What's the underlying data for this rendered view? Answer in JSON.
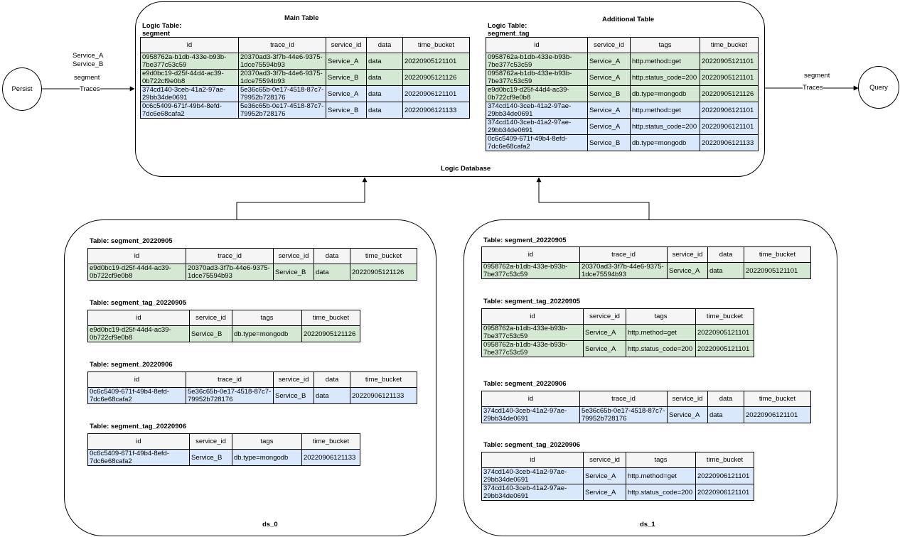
{
  "persist": "Persist",
  "query": "Query",
  "left_edge": {
    "line1": "Service_A",
    "line2": "Service_B",
    "line3": "segment",
    "line4": "Traces"
  },
  "right_edge": {
    "line1": "segment",
    "line2": "Traces"
  },
  "logic_db": {
    "label": "Logic Database",
    "main_title": "Main Table",
    "additional_title": "Additional  Table",
    "main_logic_1": "Logic Table:",
    "main_logic_2": "segment",
    "tag_logic_1": "Logic Table:",
    "tag_logic_2": "segment_tag"
  },
  "ds0": {
    "label": "ds_0"
  },
  "ds1": {
    "label": "ds_1"
  },
  "seg_headers": [
    "id",
    "trace_id",
    "service_id",
    "data",
    "time_bucket"
  ],
  "tag_headers": [
    "id",
    "service_id",
    "tags",
    "time_bucket"
  ],
  "tables": {
    "main_segment": {
      "rows": [
        {
          "c": "g",
          "v": [
            "0958762a-b1db-433e-b93b-7be377c53c59",
            "20370ad3-3f7b-44e6-9375-1dce75594b93",
            "Service_A",
            "data",
            "20220905121101"
          ]
        },
        {
          "c": "g",
          "v": [
            "e9d0bc19-d25f-44d4-ac39-0b722cf9e0b8",
            "20370ad3-3f7b-44e6-9375-1dce75594b93",
            "Service_B",
            "data",
            "20220905121126"
          ]
        },
        {
          "c": "b",
          "v": [
            "374cd140-3ceb-41a2-97ae-29bb34de0691",
            "5e36c65b-0e17-4518-87c7-79952b728176",
            "Service_A",
            "data",
            "20220906121101"
          ]
        },
        {
          "c": "b",
          "v": [
            "0c6c5409-671f-49b4-8efd-7dc6e68cafa2",
            "5e36c65b-0e17-4518-87c7-79952b728176",
            "Service_B",
            "data",
            "20220906121133"
          ]
        }
      ]
    },
    "main_tag": {
      "rows": [
        {
          "c": "g",
          "v": [
            "0958762a-b1db-433e-b93b-7be377c53c59",
            "Service_A",
            "http.method=get",
            "20220905121101"
          ]
        },
        {
          "c": "g",
          "v": [
            "0958762a-b1db-433e-b93b-7be377c53c59",
            "Service_A",
            "http.status_code=200",
            "20220905121101"
          ]
        },
        {
          "c": "g",
          "v": [
            "e9d0bc19-d25f-44d4-ac39-0b722cf9e0b8",
            "Service_B",
            "db.type=mongodb",
            "20220905121126"
          ]
        },
        {
          "c": "b",
          "v": [
            "374cd140-3ceb-41a2-97ae-29bb34de0691",
            "Service_A",
            "http.method=get",
            "20220906121101"
          ]
        },
        {
          "c": "b",
          "v": [
            "374cd140-3ceb-41a2-97ae-29bb34de0691",
            "Service_A",
            "http.status_code=200",
            "20220906121101"
          ]
        },
        {
          "c": "b",
          "v": [
            "0c6c5409-671f-49b4-8efd-7dc6e68cafa2",
            "Service_B",
            "db.type=mongodb",
            "20220906121133"
          ]
        }
      ]
    },
    "ds0_seg_0905": {
      "title": "Table: segment_20220905",
      "rows": [
        {
          "c": "g",
          "v": [
            "e9d0bc19-d25f-44d4-ac39-0b722cf9e0b8",
            "20370ad3-3f7b-44e6-9375-1dce75594b93",
            "Service_B",
            "data",
            "20220905121126"
          ]
        }
      ]
    },
    "ds0_tag_0905": {
      "title": "Table: segment_tag_20220905",
      "rows": [
        {
          "c": "g",
          "v": [
            "e9d0bc19-d25f-44d4-ac39-0b722cf9e0b8",
            "Service_B",
            "db.type=mongodb",
            "20220905121126"
          ]
        }
      ]
    },
    "ds0_seg_0906": {
      "title": "Table: segment_20220906",
      "rows": [
        {
          "c": "b",
          "v": [
            "0c6c5409-671f-49b4-8efd-7dc6e68cafa2",
            "5e36c65b-0e17-4518-87c7-79952b728176",
            "Service_B",
            "data",
            "20220906121133"
          ]
        }
      ]
    },
    "ds0_tag_0906": {
      "title": "Table: segment_tag_20220906",
      "rows": [
        {
          "c": "b",
          "v": [
            "0c6c5409-671f-49b4-8efd-7dc6e68cafa2",
            "Service_B",
            "db.type=mongodb",
            "20220906121133"
          ]
        }
      ]
    },
    "ds1_seg_0905": {
      "title": "Table: segment_20220905",
      "rows": [
        {
          "c": "g",
          "v": [
            "0958762a-b1db-433e-b93b-7be377c53c59",
            "20370ad3-3f7b-44e6-9375-1dce75594b93",
            "Service_A",
            "data",
            "20220905121101"
          ]
        }
      ]
    },
    "ds1_tag_0905": {
      "title": "Table: segment_tag_20220905",
      "rows": [
        {
          "c": "g",
          "v": [
            "0958762a-b1db-433e-b93b-7be377c53c59",
            "Service_A",
            "http.method=get",
            "20220905121101"
          ]
        },
        {
          "c": "g",
          "v": [
            "0958762a-b1db-433e-b93b-7be377c53c59",
            "Service_A",
            "http.status_code=200",
            "20220905121101"
          ]
        }
      ]
    },
    "ds1_seg_0906": {
      "title": "Table: segment_20220906",
      "rows": [
        {
          "c": "b",
          "v": [
            "374cd140-3ceb-41a2-97ae-29bb34de0691",
            "5e36c65b-0e17-4518-87c7-79952b728176",
            "Service_A",
            "data",
            "20220906121101"
          ]
        }
      ]
    },
    "ds1_tag_0906": {
      "title": "Table: segment_tag_20220906",
      "rows": [
        {
          "c": "b",
          "v": [
            "374cd140-3ceb-41a2-97ae-29bb34de0691",
            "Service_A",
            "http.method=get",
            "20220906121101"
          ]
        },
        {
          "c": "b",
          "v": [
            "374cd140-3ceb-41a2-97ae-29bb34de0691",
            "Service_A",
            "http.status_code=200",
            "20220906121101"
          ]
        }
      ]
    }
  }
}
